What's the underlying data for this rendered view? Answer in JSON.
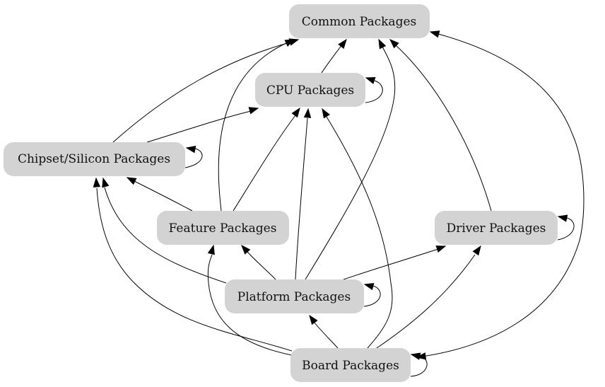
{
  "diagram": {
    "type": "directed-graph",
    "colors": {
      "node_fill": "#d3d3d3",
      "edge": "#000000",
      "text": "#111111",
      "background": "#ffffff"
    },
    "nodes": [
      {
        "id": "common",
        "label": "Common Packages"
      },
      {
        "id": "cpu",
        "label": "CPU Packages"
      },
      {
        "id": "chipset",
        "label": "Chipset/Silicon Packages"
      },
      {
        "id": "feature",
        "label": "Feature Packages"
      },
      {
        "id": "driver",
        "label": "Driver Packages"
      },
      {
        "id": "platform",
        "label": "Platform Packages"
      },
      {
        "id": "board",
        "label": "Board Packages"
      }
    ],
    "edges": [
      {
        "from": "cpu",
        "to": "common"
      },
      {
        "from": "cpu",
        "to": "cpu"
      },
      {
        "from": "chipset",
        "to": "common"
      },
      {
        "from": "chipset",
        "to": "cpu"
      },
      {
        "from": "chipset",
        "to": "chipset"
      },
      {
        "from": "feature",
        "to": "common"
      },
      {
        "from": "feature",
        "to": "cpu"
      },
      {
        "from": "feature",
        "to": "chipset"
      },
      {
        "from": "driver",
        "to": "common"
      },
      {
        "from": "driver",
        "to": "driver"
      },
      {
        "from": "platform",
        "to": "common"
      },
      {
        "from": "platform",
        "to": "cpu"
      },
      {
        "from": "platform",
        "to": "chipset"
      },
      {
        "from": "platform",
        "to": "feature"
      },
      {
        "from": "platform",
        "to": "driver"
      },
      {
        "from": "platform",
        "to": "platform"
      },
      {
        "from": "board",
        "to": "common"
      },
      {
        "from": "common",
        "to": "board"
      },
      {
        "from": "board",
        "to": "cpu"
      },
      {
        "from": "board",
        "to": "chipset"
      },
      {
        "from": "board",
        "to": "feature"
      },
      {
        "from": "board",
        "to": "driver"
      },
      {
        "from": "board",
        "to": "platform"
      },
      {
        "from": "board",
        "to": "board"
      }
    ]
  }
}
